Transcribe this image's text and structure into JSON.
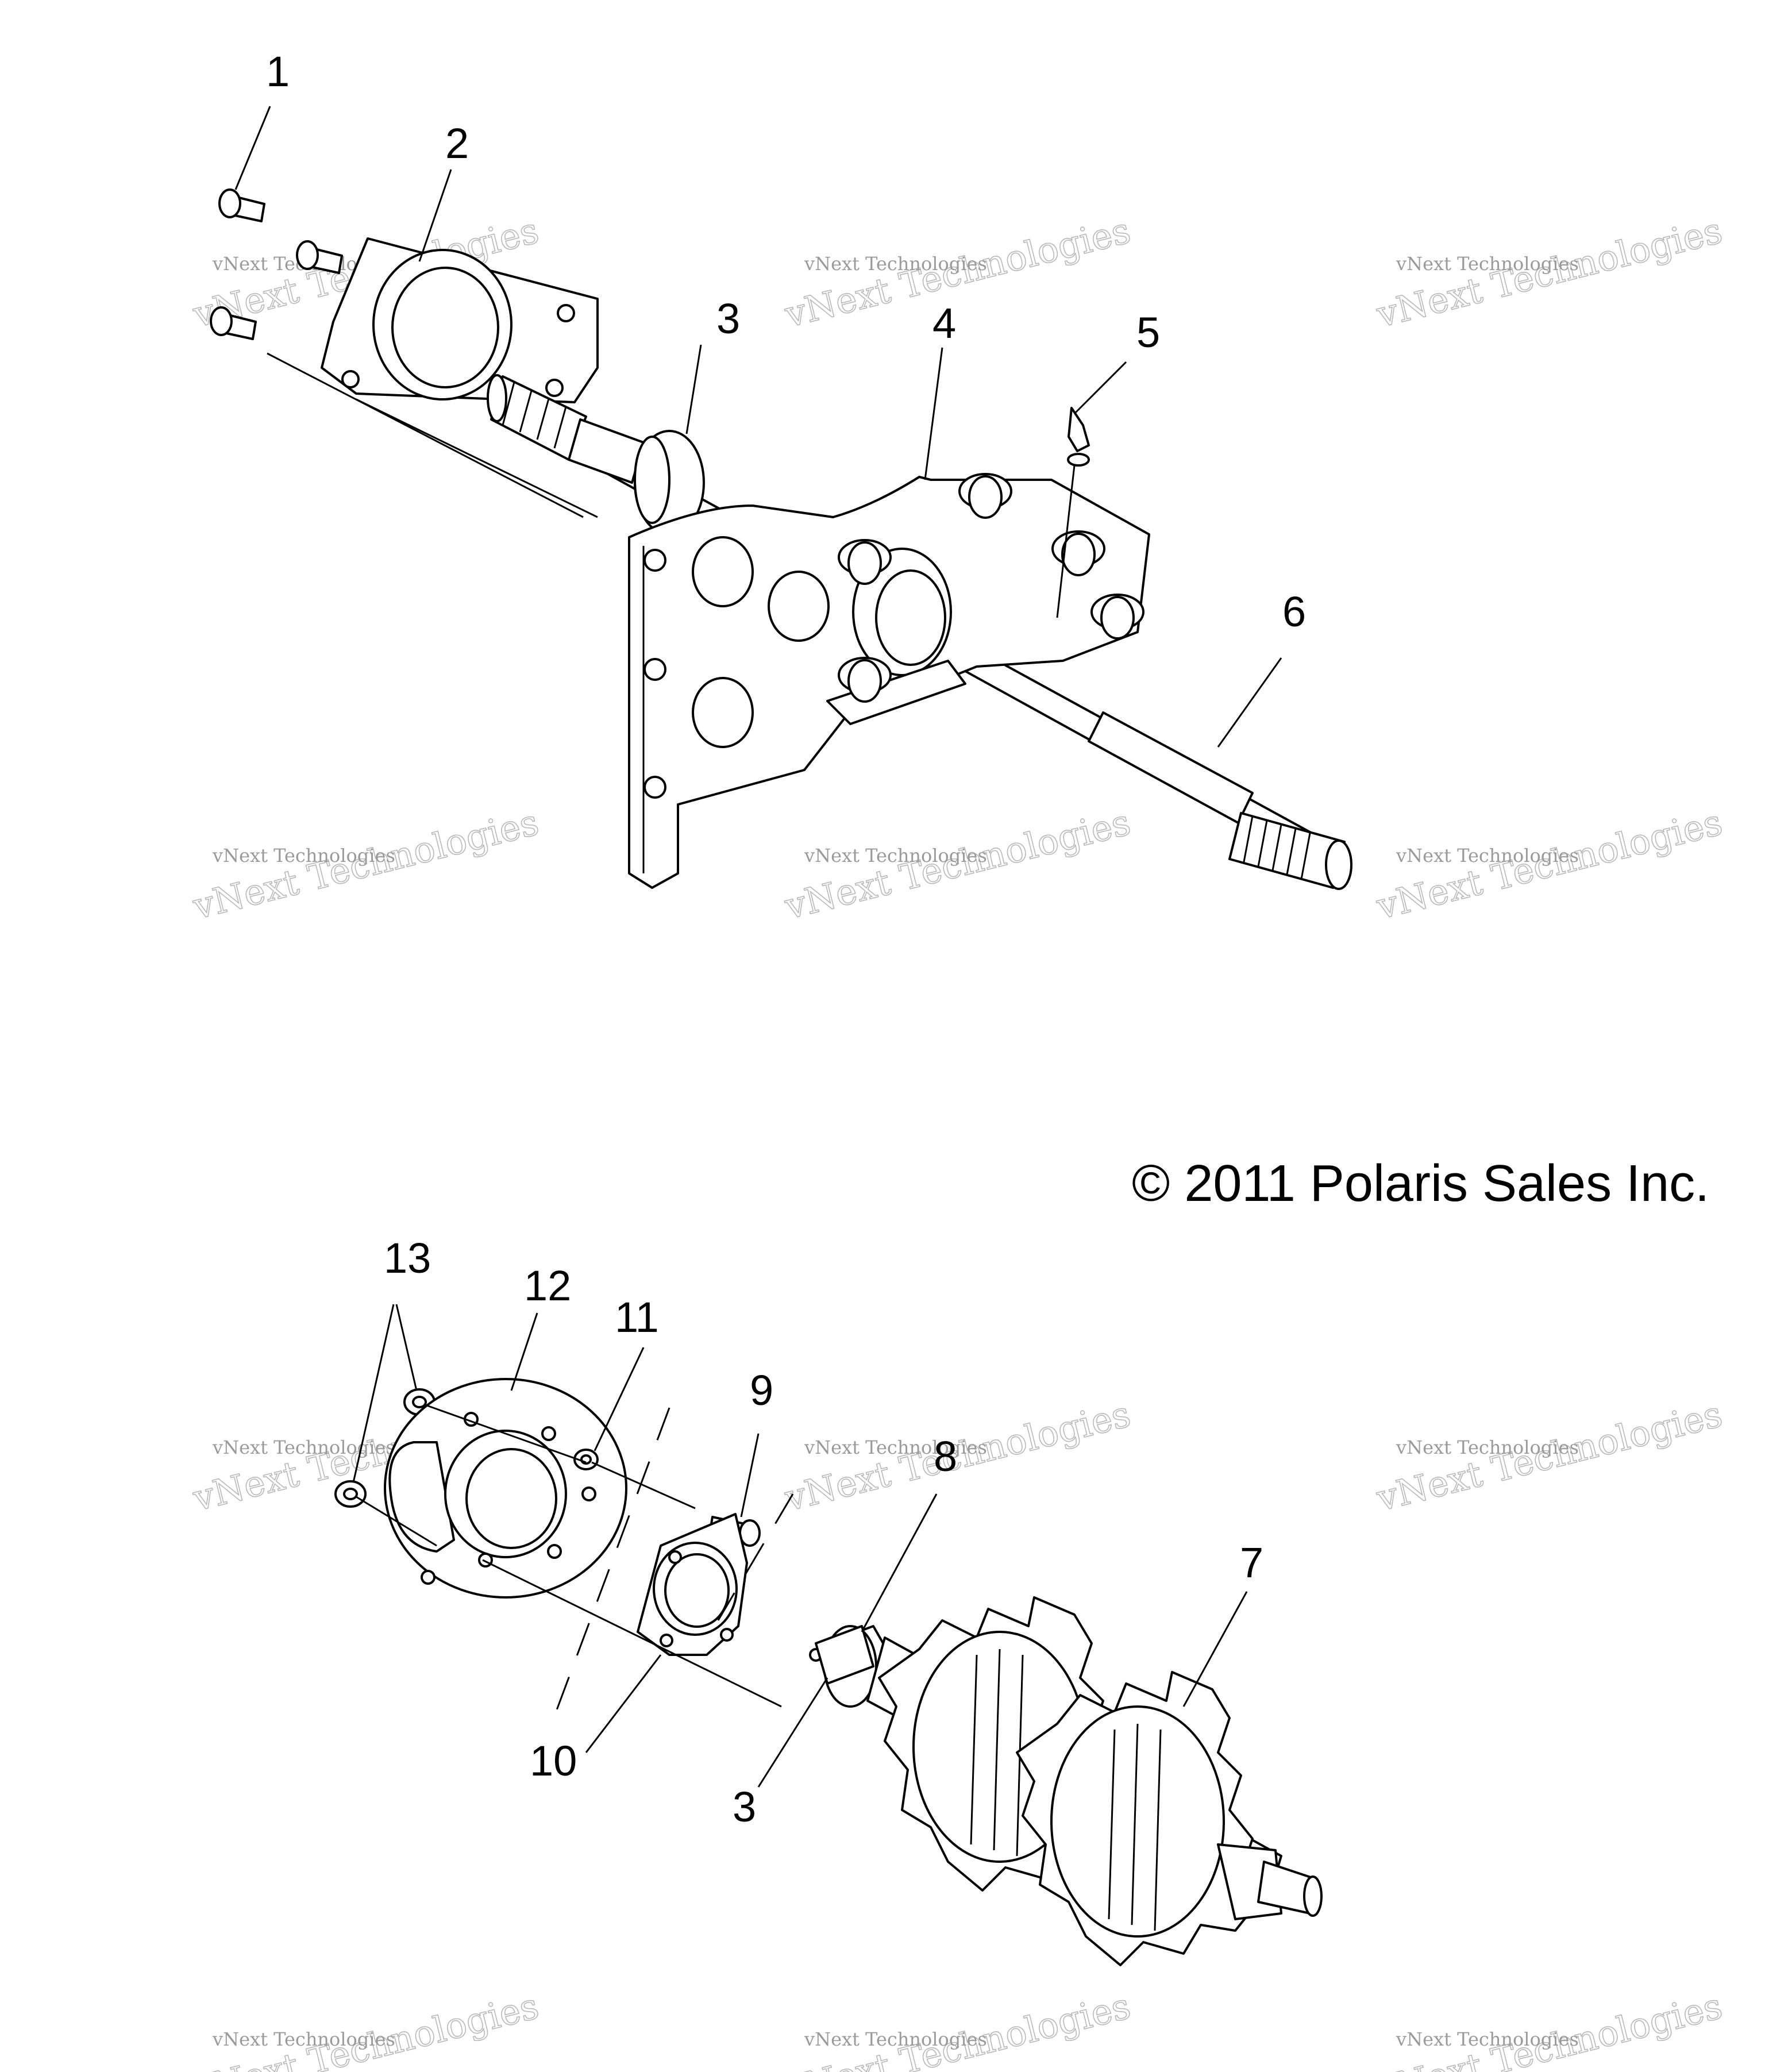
{
  "copyright": "© 2011 Polaris Sales Inc.",
  "watermark": {
    "line1": "vNext Technologies",
    "line2": "vNext Technologies"
  },
  "callouts": {
    "c1": "1",
    "c2": "2",
    "c3a": "3",
    "c4": "4",
    "c5": "5",
    "c6": "6",
    "c7": "7",
    "c8": "8",
    "c9": "9",
    "c10": "10",
    "c11": "11",
    "c12": "12",
    "c13": "13",
    "c3b": "3"
  }
}
